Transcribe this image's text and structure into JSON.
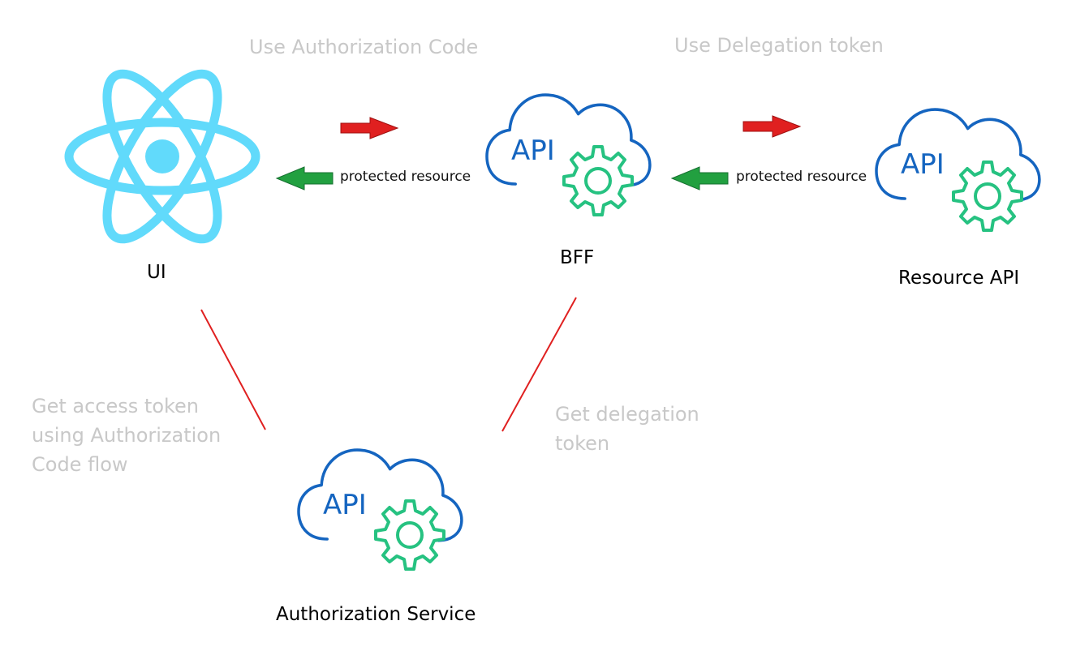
{
  "nodes": {
    "ui": {
      "label": "UI"
    },
    "bff": {
      "label": "BFF",
      "icon_text": "API"
    },
    "resource_api": {
      "label": "Resource API",
      "icon_text": "API"
    },
    "auth_service": {
      "label": "Authorization Service",
      "icon_text": "API"
    }
  },
  "edges": {
    "ui_to_bff": {
      "label": "Use Authorization Code",
      "return_label": "protected resource"
    },
    "bff_to_resource": {
      "label": "Use Delegation token",
      "return_label": "protected resource"
    },
    "ui_to_auth": {
      "label_lines": [
        "Get access token",
        "using Authorization",
        "Code flow"
      ]
    },
    "bff_to_auth": {
      "label_lines": [
        "Get delegation",
        "token"
      ]
    }
  },
  "colors": {
    "react": "#61dafb",
    "cloud_blue": "#1565c0",
    "gear_green": "#26c281",
    "request_arrow": "#e02020",
    "response_arrow": "#22a040",
    "connector": "#e02020",
    "annotation_text": "#c8c8c8"
  },
  "icons": {
    "ui": "react-logo-icon",
    "api": "cloud-api-gear-icon"
  }
}
